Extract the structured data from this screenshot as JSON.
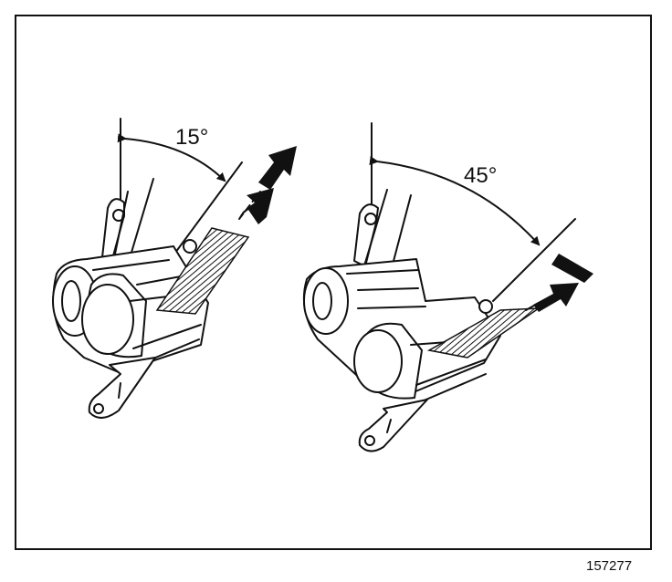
{
  "figure": {
    "left_view": {
      "angle_label": "15°"
    },
    "right_view": {
      "angle_label": "45°"
    },
    "figure_number": "157277"
  }
}
